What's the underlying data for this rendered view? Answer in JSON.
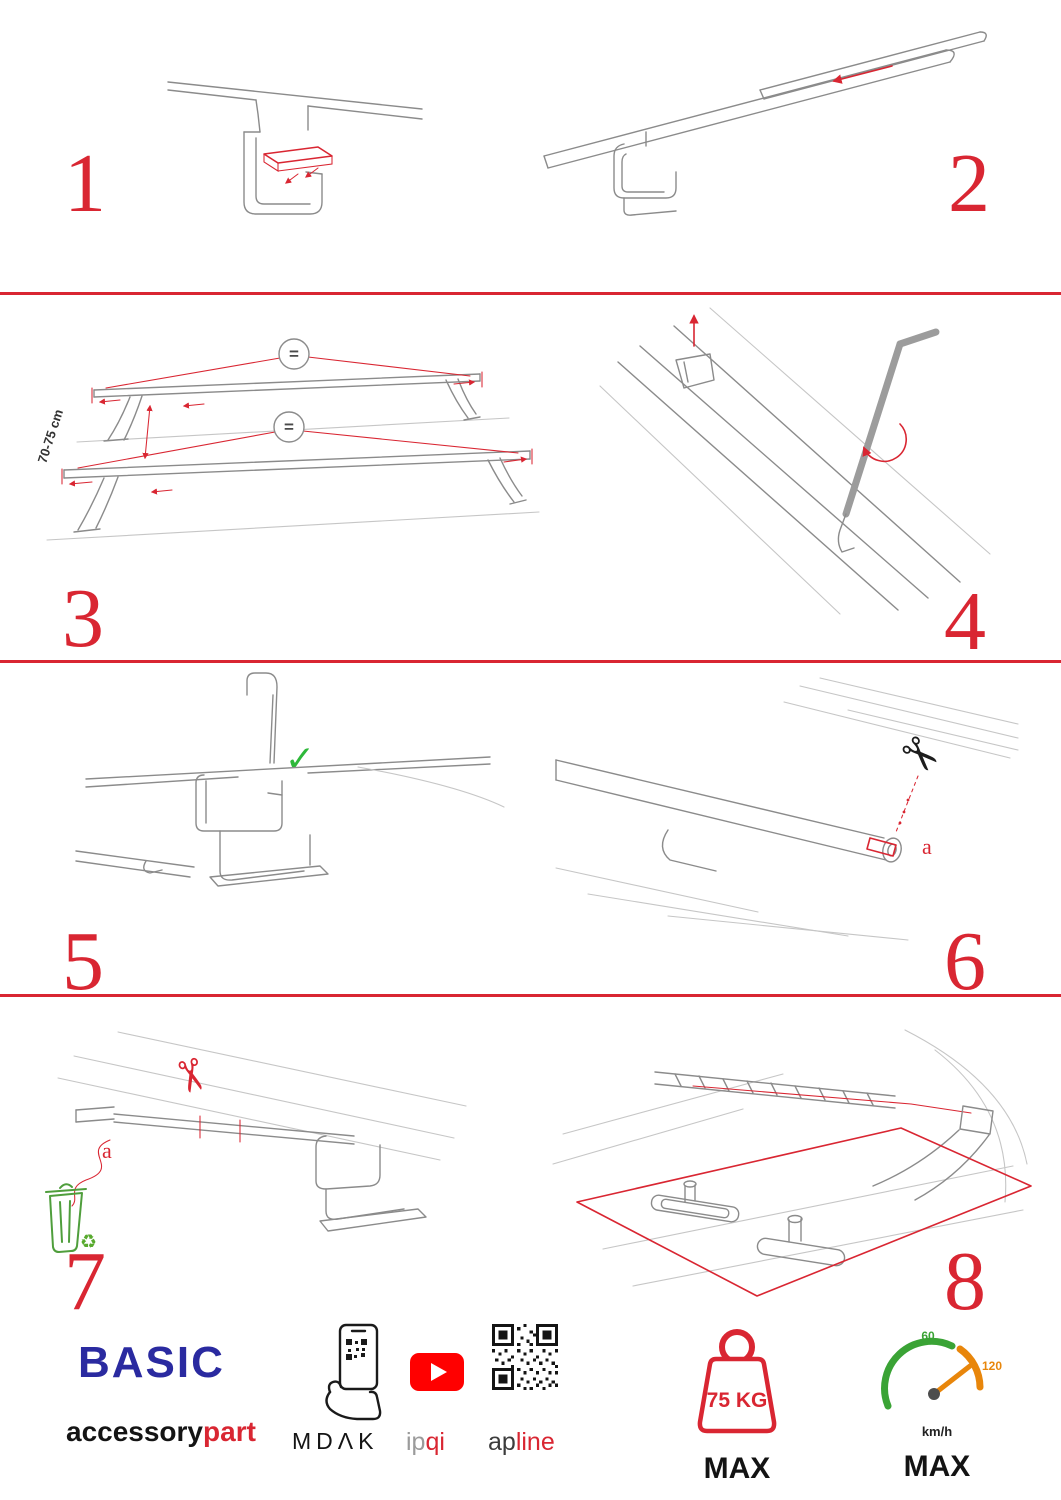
{
  "colors": {
    "accent_red": "#d92632",
    "brand_blue": "#2a2aa0",
    "green": "#2eb83a",
    "orange": "#e8860b"
  },
  "steps": [
    {
      "num": "1"
    },
    {
      "num": "2"
    },
    {
      "num": "3"
    },
    {
      "num": "4"
    },
    {
      "num": "5"
    },
    {
      "num": "6"
    },
    {
      "num": "7"
    },
    {
      "num": "8"
    }
  ],
  "annotations": {
    "equal": "=",
    "distance": "70-75 cm",
    "label_a": "a"
  },
  "icons": {
    "scissors": "✂",
    "check": "✓",
    "recycle": "♻"
  },
  "footer": {
    "brand": "BASIC",
    "wordmark_black": "accessory",
    "wordmark_red": "part",
    "logo_mdak": "MDΛK",
    "logo_ipqi_gray": "ip",
    "logo_ipqi_red": "qi",
    "logo_apline_black": "ap",
    "logo_apline_red": "line",
    "weight_value": "75 KG",
    "weight_max_label": "MAX",
    "speed_60": "60",
    "speed_120": "120",
    "speed_unit": "km/h",
    "speed_max_label": "MAX"
  }
}
